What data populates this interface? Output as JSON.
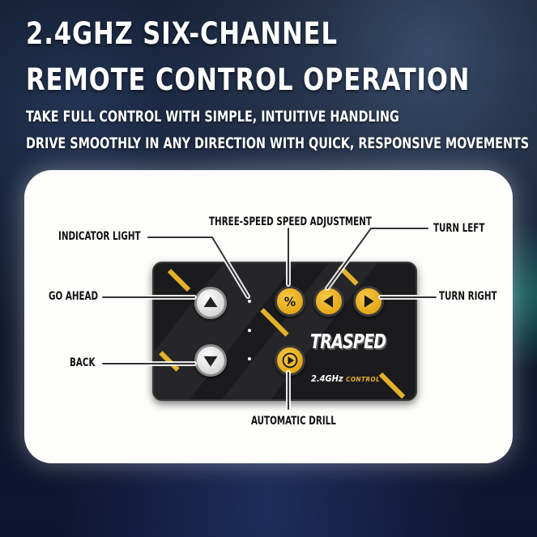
{
  "headline": {
    "line1": "2.4GHZ SIX-CHANNEL",
    "line2": "REMOTE CONTROL OPERATION",
    "sub1": "TAKE FULL CONTROL WITH SIMPLE, INTUITIVE HANDLING",
    "sub2": "DRIVE SMOOTHLY IN ANY DIRECTION WITH QUICK, RESPONSIVE MOVEMENTS"
  },
  "remote": {
    "brand": "TRASPED",
    "freq": "2.4GHz",
    "control": "CONTROL",
    "speed_symbol": "%"
  },
  "labels": {
    "indicator": "INDICATOR LIGHT",
    "speed": "THREE-SPEED SPEED ADJUSTMENT",
    "turn_left": "TURN LEFT",
    "go_ahead": "GO AHEAD",
    "turn_right": "TURN RIGHT",
    "back": "BACK",
    "auto_drill": "AUTOMATIC DRILL"
  },
  "colors": {
    "accent": "#e3b22a",
    "remote_body": "#1b1b1d",
    "card": "#fdfdfb"
  }
}
